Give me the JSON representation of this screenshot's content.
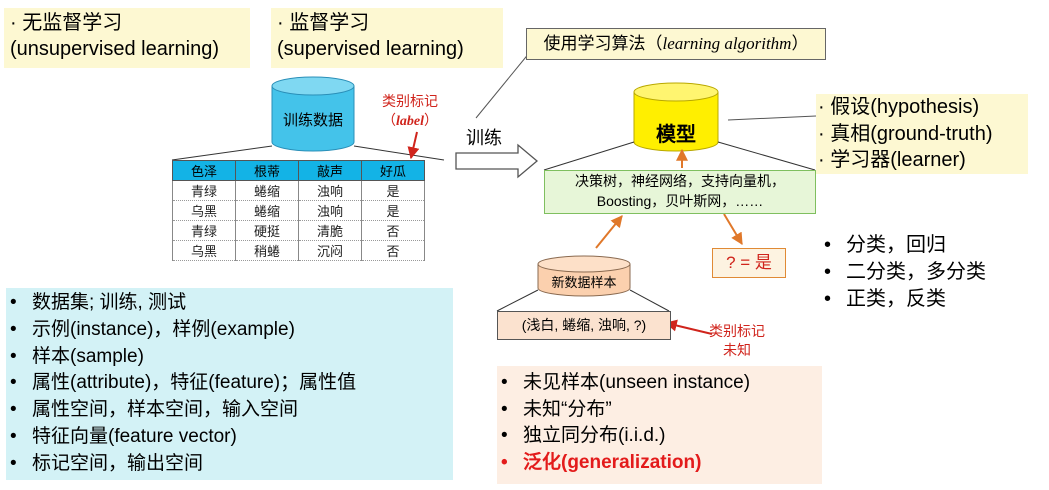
{
  "unsupervised": {
    "line1": "· 无监督学习",
    "line2": "(unsupervised learning)"
  },
  "supervised": {
    "line1": "· 监督学习",
    "line2": "(supervised learning)"
  },
  "algorithm": {
    "prefix": "使用学习算法（",
    "en": "learning algorithm",
    "suffix": "）"
  },
  "training_data": {
    "label": "训练数据",
    "cylinder_color": "#44c3ea"
  },
  "label_note": {
    "cn": "类别标记",
    "en_open": "（",
    "en": "label",
    "en_close": "）"
  },
  "train_arrow": {
    "label": "训练"
  },
  "model": {
    "label": "模型",
    "cylinder_color": "#ffef00"
  },
  "model_types": {
    "line1": "决策树，神经网络，支持向量机，",
    "line2": "Boosting，贝叶斯网，……"
  },
  "hypothesis_notes": [
    "· 假设(hypothesis)",
    "· 真相(ground-truth)",
    "· 学习器(learner)"
  ],
  "table": {
    "headers": [
      "色泽",
      "根蒂",
      "敲声",
      "好瓜"
    ],
    "rows": [
      [
        "青绿",
        "蜷缩",
        "浊响",
        "是"
      ],
      [
        "乌黑",
        "蜷缩",
        "浊响",
        "是"
      ],
      [
        "青绿",
        "硬挺",
        "清脆",
        "否"
      ],
      [
        "乌黑",
        "稍蜷",
        "沉闷",
        "否"
      ]
    ]
  },
  "new_sample": {
    "label": "新数据样本",
    "features": "(浅白, 蜷缩, 浊响, ?)",
    "cylinder_color": "#fbd0ae"
  },
  "unknown_label": {
    "line1": "类别标记",
    "line2": "未知"
  },
  "prediction": {
    "text": "? = 是"
  },
  "right_bullets": [
    "分类，回归",
    "二分类，多分类",
    "正类，反类"
  ],
  "concepts": [
    "数据集; 训练, 测试",
    "示例(instance)，样例(example)",
    "样本(sample)",
    "属性(attribute)，特征(feature)；属性值",
    "属性空间，样本空间，输入空间",
    "特征向量(feature vector)",
    "标记空间，输出空间"
  ],
  "generalization": [
    "未见样本(unseen instance)",
    "未知“分布”",
    "独立同分布(i.i.d.)",
    "泛化(generalization)"
  ],
  "colors": {
    "red": "#d0241c",
    "orange_arrow": "#e0782a",
    "cyan_panel": "#d3f2f6",
    "peach_panel": "#fdeee3",
    "note_yellow": "#fdf8d2"
  }
}
